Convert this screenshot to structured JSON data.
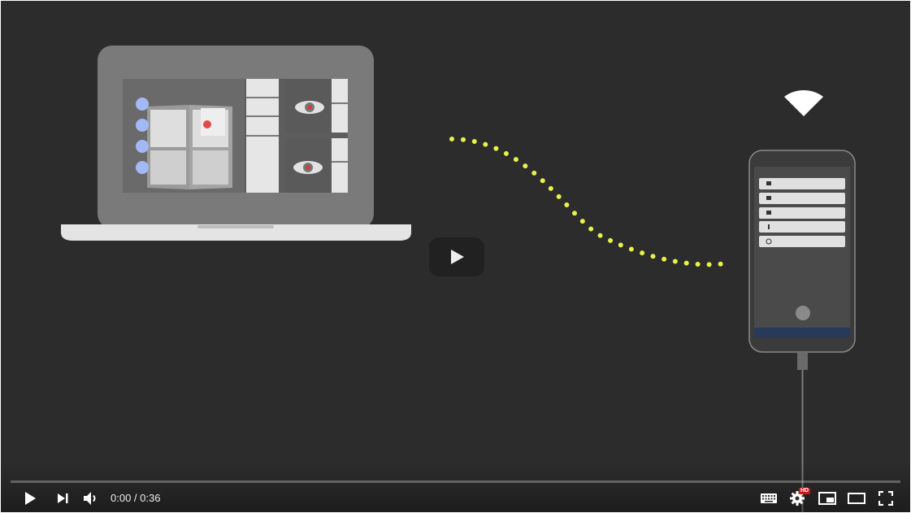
{
  "player": {
    "time": {
      "current": "0:00",
      "separator": " / ",
      "duration": "0:36"
    },
    "progress_fraction": 0,
    "quality_badge": "HD",
    "accent_color": "#ff0000"
  },
  "illustration": {
    "connection_dots_color": "#e8f24a",
    "laptop_button_color": "#a3b9f5",
    "highlight_dot_color": "#e14b4b",
    "phone_nav_color": "#283a5c"
  },
  "icons": {
    "big_play": "play-icon",
    "play": "play-icon",
    "next": "skip-next-icon",
    "volume": "volume-icon",
    "subtitles": "keyboard-icon",
    "settings": "gear-icon",
    "miniplayer": "miniplayer-icon",
    "theater": "theater-mode-icon",
    "fullscreen": "fullscreen-icon"
  }
}
